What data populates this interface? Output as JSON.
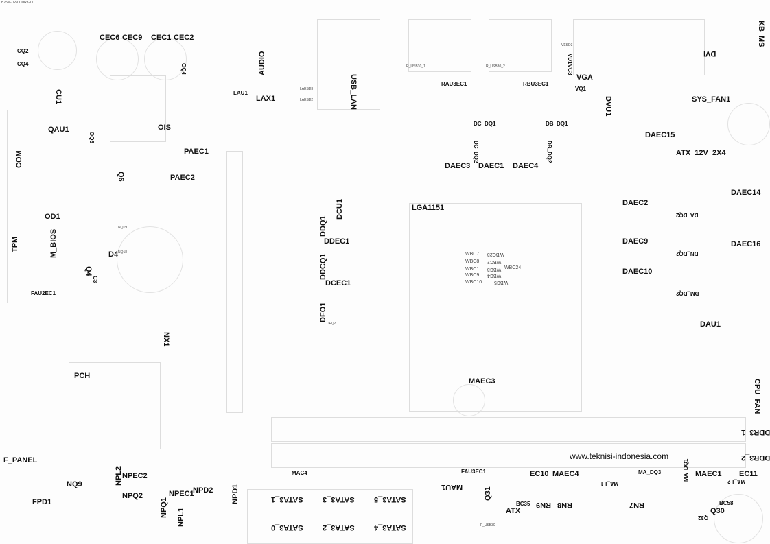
{
  "title": "B75M-D2V DDR3-1.0",
  "watermark": "www.teknisi-indonesia.com",
  "labels": {
    "cec6": "CEC6",
    "cec9": "CEC9",
    "cec1": "CEC1",
    "cec2": "CEC2",
    "cq2": "CQ2",
    "cq4": "CQ4",
    "oq4": "OQ4",
    "audio": "AUDIO",
    "lax1": "LAX1",
    "lau1": "LAU1",
    "laesd3": "LAESD3",
    "laesd2": "LAESD2",
    "usb_lan": "USB_LAN",
    "r_usb30_1": "R_USB30_1",
    "r_usb30_2": "R_USB30_2",
    "rau3ec1": "RAU3EC1",
    "rbu3ec1": "RBU3EC1",
    "vesd3": "VESD3",
    "vd1vg3": "VD1VG3",
    "vga": "VGA",
    "vq1": "VQ1",
    "dvi": "DVI",
    "kb_ms": "KB_MS",
    "dvu1": "DVU1",
    "sys_fan1": "SYS_FAN1",
    "cu1": "CU1",
    "qau1": "QAU1",
    "ois": "OIS",
    "oq5": "OQ5",
    "com": "COM",
    "paec1": "PAEC1",
    "paec2": "PAEC2",
    "q6": "Q6",
    "od1": "OD1",
    "tpm": "TPM",
    "m_bios": "M_BIOS",
    "d4": "D4",
    "q4": "Q4",
    "c3": "C3",
    "fau2ec1": "FAU2EC1",
    "nq19": "NQ19",
    "nq18": "NQ18",
    "ddq1": "DDQ1",
    "dcu1": "DCU1",
    "ddec1": "DDEC1",
    "ddcq1": "DDCQ1",
    "dcec1": "DCEC1",
    "dfo1": "DFO1",
    "dfq2": "DFQ2",
    "dc_dq1": "DC_DQ1",
    "db_dq1": "DB_DQ1",
    "daec3": "DAEC3",
    "daec1": "DAEC1",
    "daec4": "DAEC4",
    "dc_dq2": "DC_DQ2",
    "db_dq2": "DB_DQ2",
    "lga1151": "LGA1151",
    "wbc7": "WBC7",
    "wbc8": "WBC8",
    "wbc1": "WBC1",
    "wbc9": "WBC9",
    "wbc10": "WBC10",
    "wbc23": "WBC23",
    "wbc2": "WBC2",
    "wbc24": "WBC24",
    "wbc3": "WBC3",
    "wbc4": "WBC4",
    "wbc5": "WBC5",
    "daec15": "DAEC15",
    "atx_12v": "ATX_12V_2X4",
    "daec14": "DAEC14",
    "daec2": "DAEC2",
    "daec9": "DAEC9",
    "daec16": "DAEC16",
    "daec10": "DAEC10",
    "da_dq2": "DA_DQ2",
    "dn_dq2": "DN_DQ2",
    "dm_dq2": "DM_DQ2",
    "dau1": "DAU1",
    "cpu_fan": "CPU_FAN",
    "ddr3_1": "DDR3_1",
    "ddr3_2": "DDR3_2",
    "maec3": "MAEC3",
    "nx1": "NX1",
    "pch": "PCH",
    "f_panel": "F_PANEL",
    "fpd1": "FPD1",
    "nq9": "NQ9",
    "npec2": "NPEC2",
    "npl2": "NPL2",
    "npq2": "NPQ2",
    "npq1": "NPQ1",
    "npec1": "NPEC1",
    "npl1": "NPL1",
    "npd2": "NPD2",
    "npd1": "NPD1",
    "mac4": "MAC4",
    "sata3_1": "SATA3_1",
    "sata3_3": "SATA3_3",
    "sata3_5": "SATA3_5",
    "sata3_0": "SATA3_0",
    "sata3_2": "SATA3_2",
    "sata3_4": "SATA3_4",
    "mau1": "MAU1",
    "fau3ec1": "FAU3EC1",
    "q31": "Q31",
    "ec10": "EC10",
    "maec4": "MAEC4",
    "atx": "ATX",
    "bc35": "BC35",
    "rn9": "RN9",
    "rn8": "RN8",
    "rn7": "RN7",
    "ma_dq3": "MA_DQ3",
    "ma_l1": "MA_L1",
    "ma_dq1": "MA_DQ1",
    "maec1": "MAEC1",
    "ec11": "EC11",
    "ma_l2": "MA_L2",
    "q30": "Q30",
    "bc58": "BC58",
    "q32": "Q32",
    "f_usb30": "F_USB30"
  }
}
